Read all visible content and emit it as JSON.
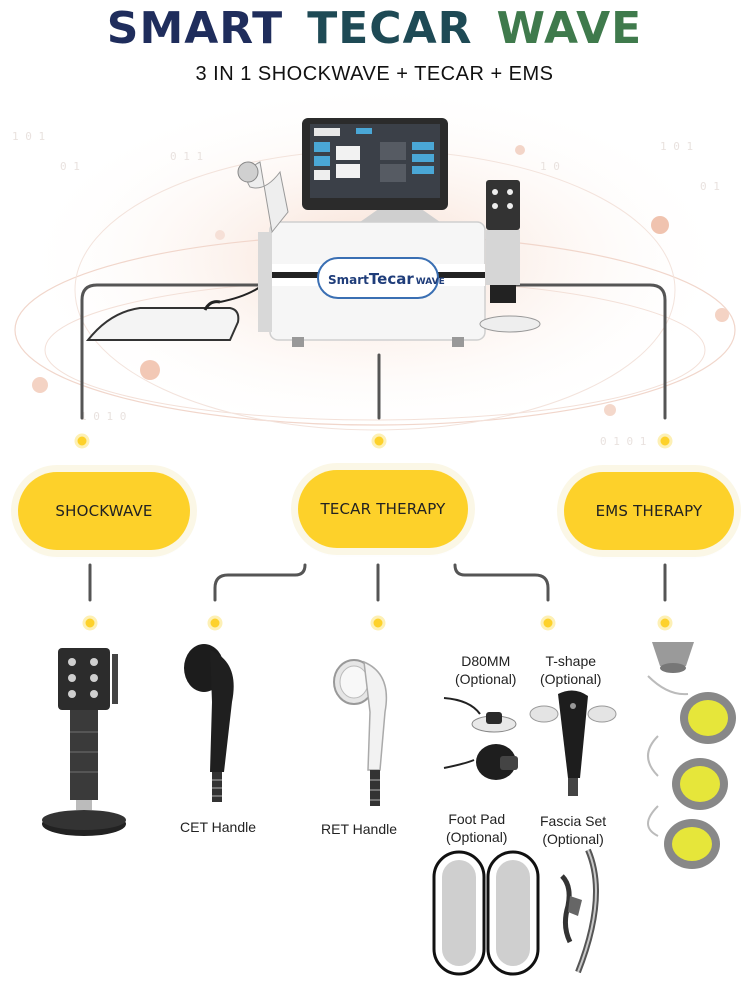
{
  "header": {
    "title_word1": "SMART",
    "title_word2": "TECAR",
    "title_word3": "WAVE",
    "subtitle": "3 IN 1 SHOCKWAVE + TECAR + EMS"
  },
  "device": {
    "logo_text_a": "Smart",
    "logo_text_b": "Tecar",
    "logo_text_c": "WAVE"
  },
  "categories": {
    "shockwave": "SHOCKWAVE",
    "tecar": "TECAR THERAPY",
    "ems": "EMS THERAPY"
  },
  "accessories": {
    "cet_handle": "CET Handle",
    "ret_handle": "RET Handle",
    "d80mm_line1": "D80MM",
    "d80mm_line2": "(Optional)",
    "tshape_line1": "T-shape",
    "tshape_line2": "(Optional)",
    "footpad_line1": "Foot Pad",
    "footpad_line2": "(Optional)",
    "fascia_line1": "Fascia Set",
    "fascia_line2": "(Optional)"
  },
  "colors": {
    "accent_yellow": "#fdd12a",
    "title_navy": "#1f2d5c",
    "title_teal": "#1e4a55",
    "title_green": "#3f7a4c",
    "connector_gray": "#555555"
  }
}
